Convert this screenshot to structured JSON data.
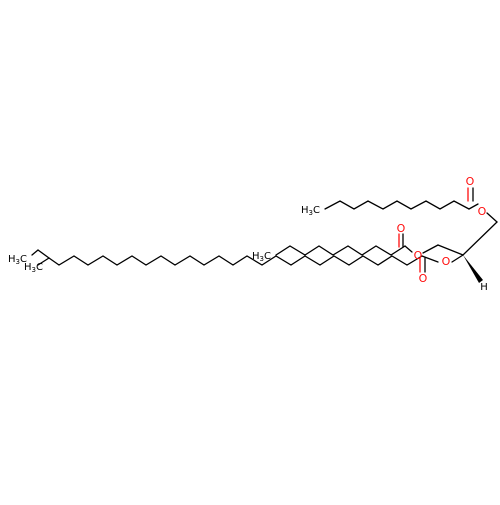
{
  "colors": {
    "bond": "#000000",
    "oxygen": "#ff0d0d",
    "carbon_label": "#000000",
    "background": "#ffffff"
  },
  "atoms": {
    "o_label": "O",
    "h_label": "H",
    "ch3_c": "C",
    "ch3_h": "H",
    "ch3_sub": "3"
  }
}
